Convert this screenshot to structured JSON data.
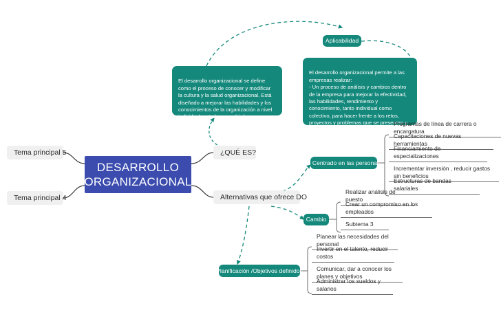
{
  "diagram": {
    "title": "DESARROLLO ORGANIZACIONAL",
    "type": "mind-map",
    "background": "#ffffff",
    "colors": {
      "central": "#3B4CAE",
      "accent_teal": "#13887B",
      "node_grey": "#F0F0F0",
      "connector_teal": "#13887B",
      "connector_dark": "#3a3a3a",
      "underline": "#6b6b6b",
      "text_dark": "#2b2b2b",
      "text_light": "#ffffff"
    }
  },
  "central_node": {
    "line1": "DESARROLLO",
    "line2": "ORGANIZACIONAL"
  },
  "left_branches": [
    {
      "label": "Tema principal 5"
    },
    {
      "label": "Tema principal 4"
    }
  ],
  "right_branches": [
    {
      "label": "¿QUÉ ES?"
    },
    {
      "label": "Alternativas que ofrece DO"
    }
  ],
  "callouts": {
    "aplicabilidad_label": "Aplicabilidad",
    "definition_text": "El desarrollo organizacional se define como el proceso de conocer y modificar la cultura y la salud organizacional. Está diseñado a mejorar las habilidades y los conocimientos de la organización a nivel individual en todos sus objetivos.",
    "aplicabilidad_text": "El desarrollo organizacional permite a las empresas realizar:\n- Un proceso de análisis y cambios dentro de la empresa para mejorar la efectividad, las habilidades, rendimiento y conocimiento, tanto individual como colectivo, para hacer frente a los retos, proyectos y problemas que se presenten y resolverlos de una manera positiva."
  },
  "alternativas": [
    {
      "label": "I. Centrado en las personas",
      "items": [
        "Programas de línea de carrera o encargatura",
        "Capacitaciones de nuevas herramientas",
        "Financiamiento de especializaciones",
        "Incrementar inversión , reducir gastos sin beneficios",
        "Estructuras de bandas salariales"
      ]
    },
    {
      "label": "Cambio",
      "items": [
        "Realizar análisis de puesto",
        "Crear un compromiso en los empleados",
        "Subtema 3"
      ]
    },
    {
      "label": "Planificación /Objetivos definidos",
      "items": [
        "Planear las necesidades del personal",
        "Invertir en el  talento, reducir costos",
        "Comunicar, dar a conocer los planes y objetivos",
        "Administrar los sueldos y salarios"
      ]
    }
  ]
}
